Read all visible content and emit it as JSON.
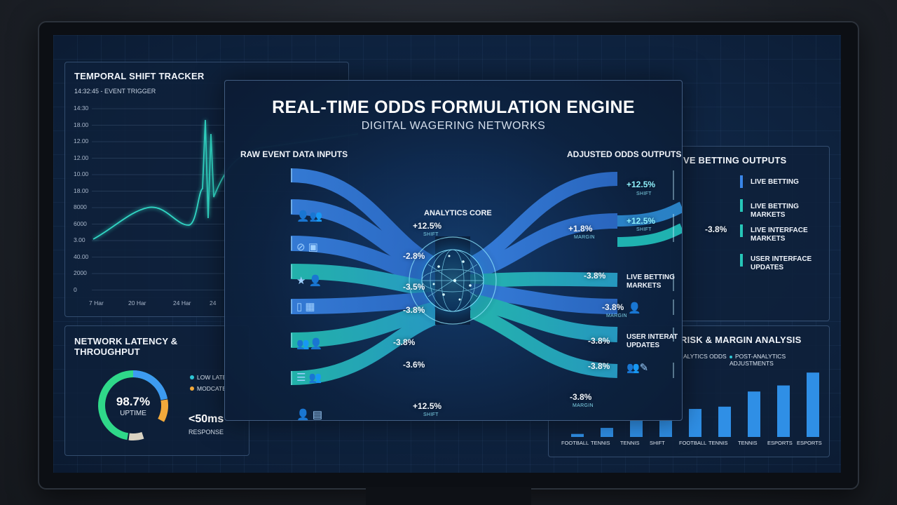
{
  "temporal": {
    "title": "TEMPORAL SHIFT TRACKER",
    "subtitle": "14:32:45 - EVENT TRIGGER",
    "y_labels": [
      "14:30",
      "18.00",
      "12.00",
      "12.00",
      "10.00",
      "18.00",
      "8000",
      "6000",
      "3.00",
      "40.00",
      "2000",
      "0"
    ],
    "x_labels": [
      "7 Har",
      "20 Har",
      "24 Har",
      "24"
    ]
  },
  "latency": {
    "title_line1": "NETWORK LATENCY &",
    "title_line2": "THROUGHPUT",
    "uptime_value": "98.7%",
    "uptime_label": "UPTIME",
    "legend": [
      "LOW LATE",
      "MODCATE"
    ],
    "response_value": "<50ms",
    "response_label": "RESPONSE",
    "colors": {
      "good": "#2fd889",
      "blue": "#3d9bf0",
      "warn": "#f2a93b",
      "rest": "#d9d2c2"
    }
  },
  "main": {
    "title": "REAL-TIME ODDS FORMULATION ENGINE",
    "subtitle": "DIGITAL WAGERING NETWORKS",
    "inputs_title": "RAW EVENT DATA INPUTS",
    "outputs_title": "ADJUSTED ODDS OUTPUTS",
    "core_label": "ANALYTICS CORE",
    "left_flows": [
      {
        "value": "+12.5%",
        "sub": "SHIFT"
      },
      {
        "value": "-2.8%",
        "sub": ""
      },
      {
        "value": "-3.5%",
        "sub": ""
      },
      {
        "value": "-3.8%",
        "sub": ""
      },
      {
        "value": "-3.8%",
        "sub": ""
      },
      {
        "value": "-3.6%",
        "sub": ""
      },
      {
        "value": "+12.5%",
        "sub": "SHIFT"
      }
    ],
    "right_flows": [
      {
        "value": "+1.8%",
        "sub": "MARGIN"
      },
      {
        "value": "-3.8%",
        "sub": ""
      },
      {
        "value": "-3.8%",
        "sub": "MARGIN"
      },
      {
        "value": "-3.8%",
        "sub": ""
      },
      {
        "value": "-3.8%",
        "sub": ""
      },
      {
        "value": "-3.8%",
        "sub": "MARGIN"
      }
    ],
    "right_outputs": [
      {
        "value": "+12.5%",
        "sub": "SHIFT"
      },
      {
        "value": "+12.5%",
        "sub": "SHIFT"
      }
    ],
    "right_labels": [
      "LIVE BETTING",
      "MARKETS",
      "USER INTERAT",
      "UPDATES"
    ]
  },
  "live_outputs": {
    "title": "VE BETTING OUTPUTS",
    "items": [
      "LIVE BETTING",
      "LIVE BETTING MARKETS",
      "LIVE INTERFACE",
      "MARKETS",
      "USER INTERFACE",
      "UPDATES"
    ],
    "flow_value": "-3.8%"
  },
  "risk": {
    "title": "RISK & MARGIN ANALYSIS",
    "legend": [
      "ALYTICS ODDS",
      "POST-ANALYTICS ADJUSTMENTS"
    ],
    "categories": [
      "FOOTBALL",
      "TENNIS",
      "TENNIS",
      "SHIFT",
      "FOOTBALL",
      "TENNIS",
      "TENNIS",
      "ESPORTS",
      "ESPORTS"
    ],
    "values": [
      4,
      12,
      22,
      24,
      37,
      40,
      60,
      68,
      85
    ]
  }
}
